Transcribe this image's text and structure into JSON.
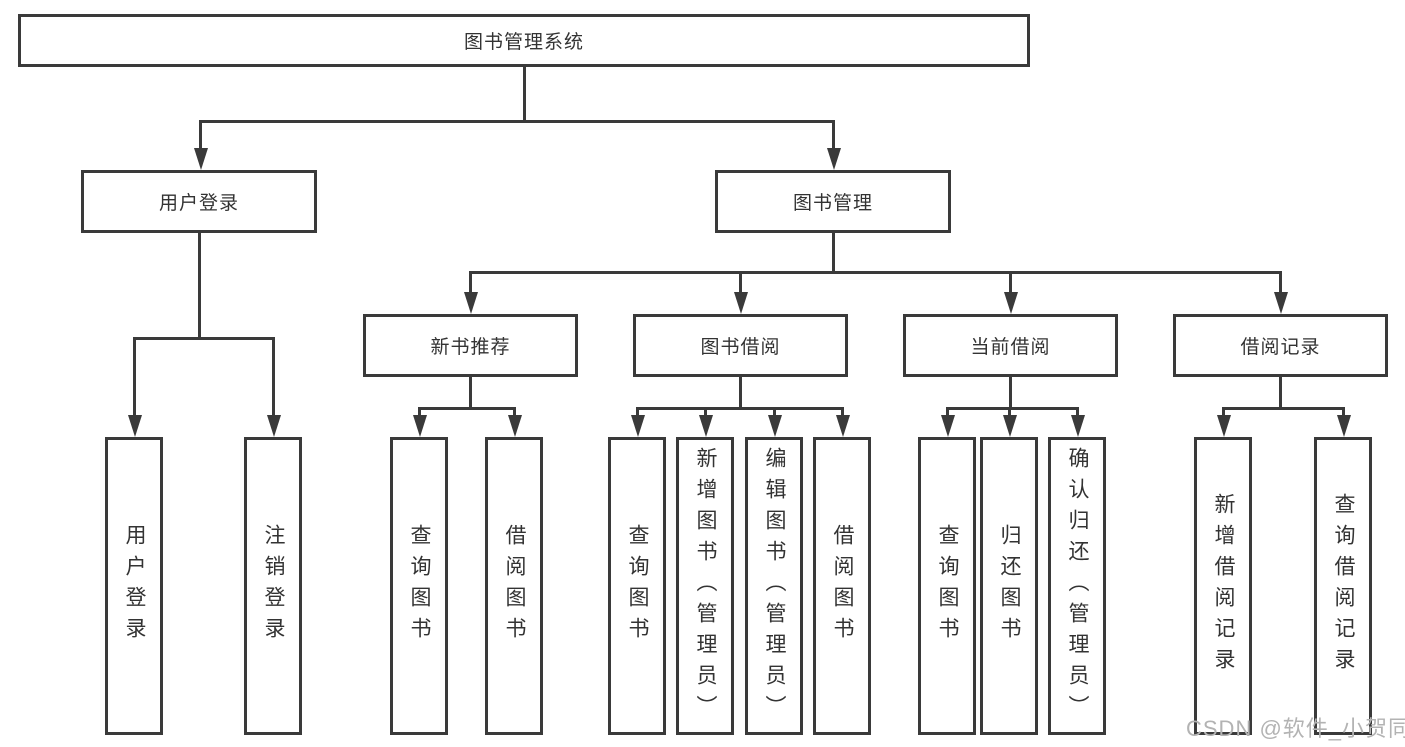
{
  "diagram": {
    "root": {
      "label": "图书管理系统"
    },
    "level2": {
      "user_login": {
        "label": "用户登录"
      },
      "book_mgmt": {
        "label": "图书管理"
      }
    },
    "level3": {
      "new_books": {
        "label": "新书推荐"
      },
      "book_borrow": {
        "label": "图书借阅"
      },
      "current_borrow": {
        "label": "当前借阅"
      },
      "borrow_records": {
        "label": "借阅记录"
      }
    },
    "leaves": {
      "user_login": [
        "用户登录",
        "注销登录"
      ],
      "new_books": [
        "查询图书",
        "借阅图书"
      ],
      "book_borrow": [
        "查询图书",
        "新增图书（管理员）",
        "编辑图书（管理员）",
        "借阅图书"
      ],
      "current_borrow": [
        "查询图书",
        "归还图书",
        "确认归还（管理员）"
      ],
      "borrow_records": [
        "新增借阅记录",
        "查询借阅记录"
      ]
    }
  },
  "watermark": "CSDN @软件_小贺同学",
  "colors": {
    "line": "#3a3a3a",
    "text": "#333333",
    "background": "#ffffff",
    "watermark": "#b3b3b3"
  }
}
